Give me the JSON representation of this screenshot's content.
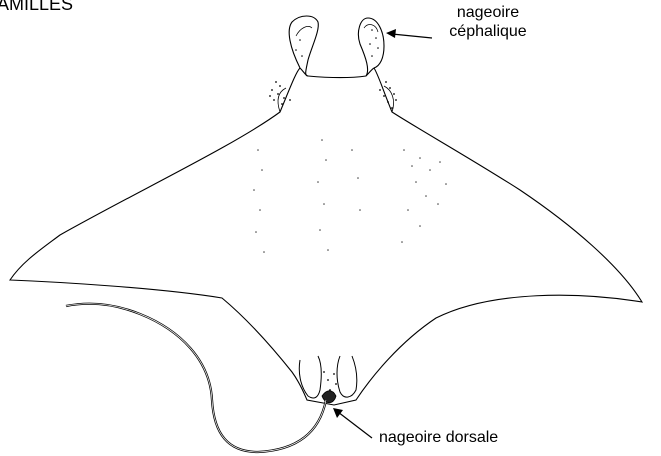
{
  "header": {
    "text": "AMILLES"
  },
  "labels": {
    "cephalic_fin": {
      "line1": "nageoire",
      "line2": "céphalique"
    },
    "dorsal_fin": "nageoire dorsale"
  },
  "colors": {
    "ink": "#000000",
    "background": "#ffffff"
  }
}
